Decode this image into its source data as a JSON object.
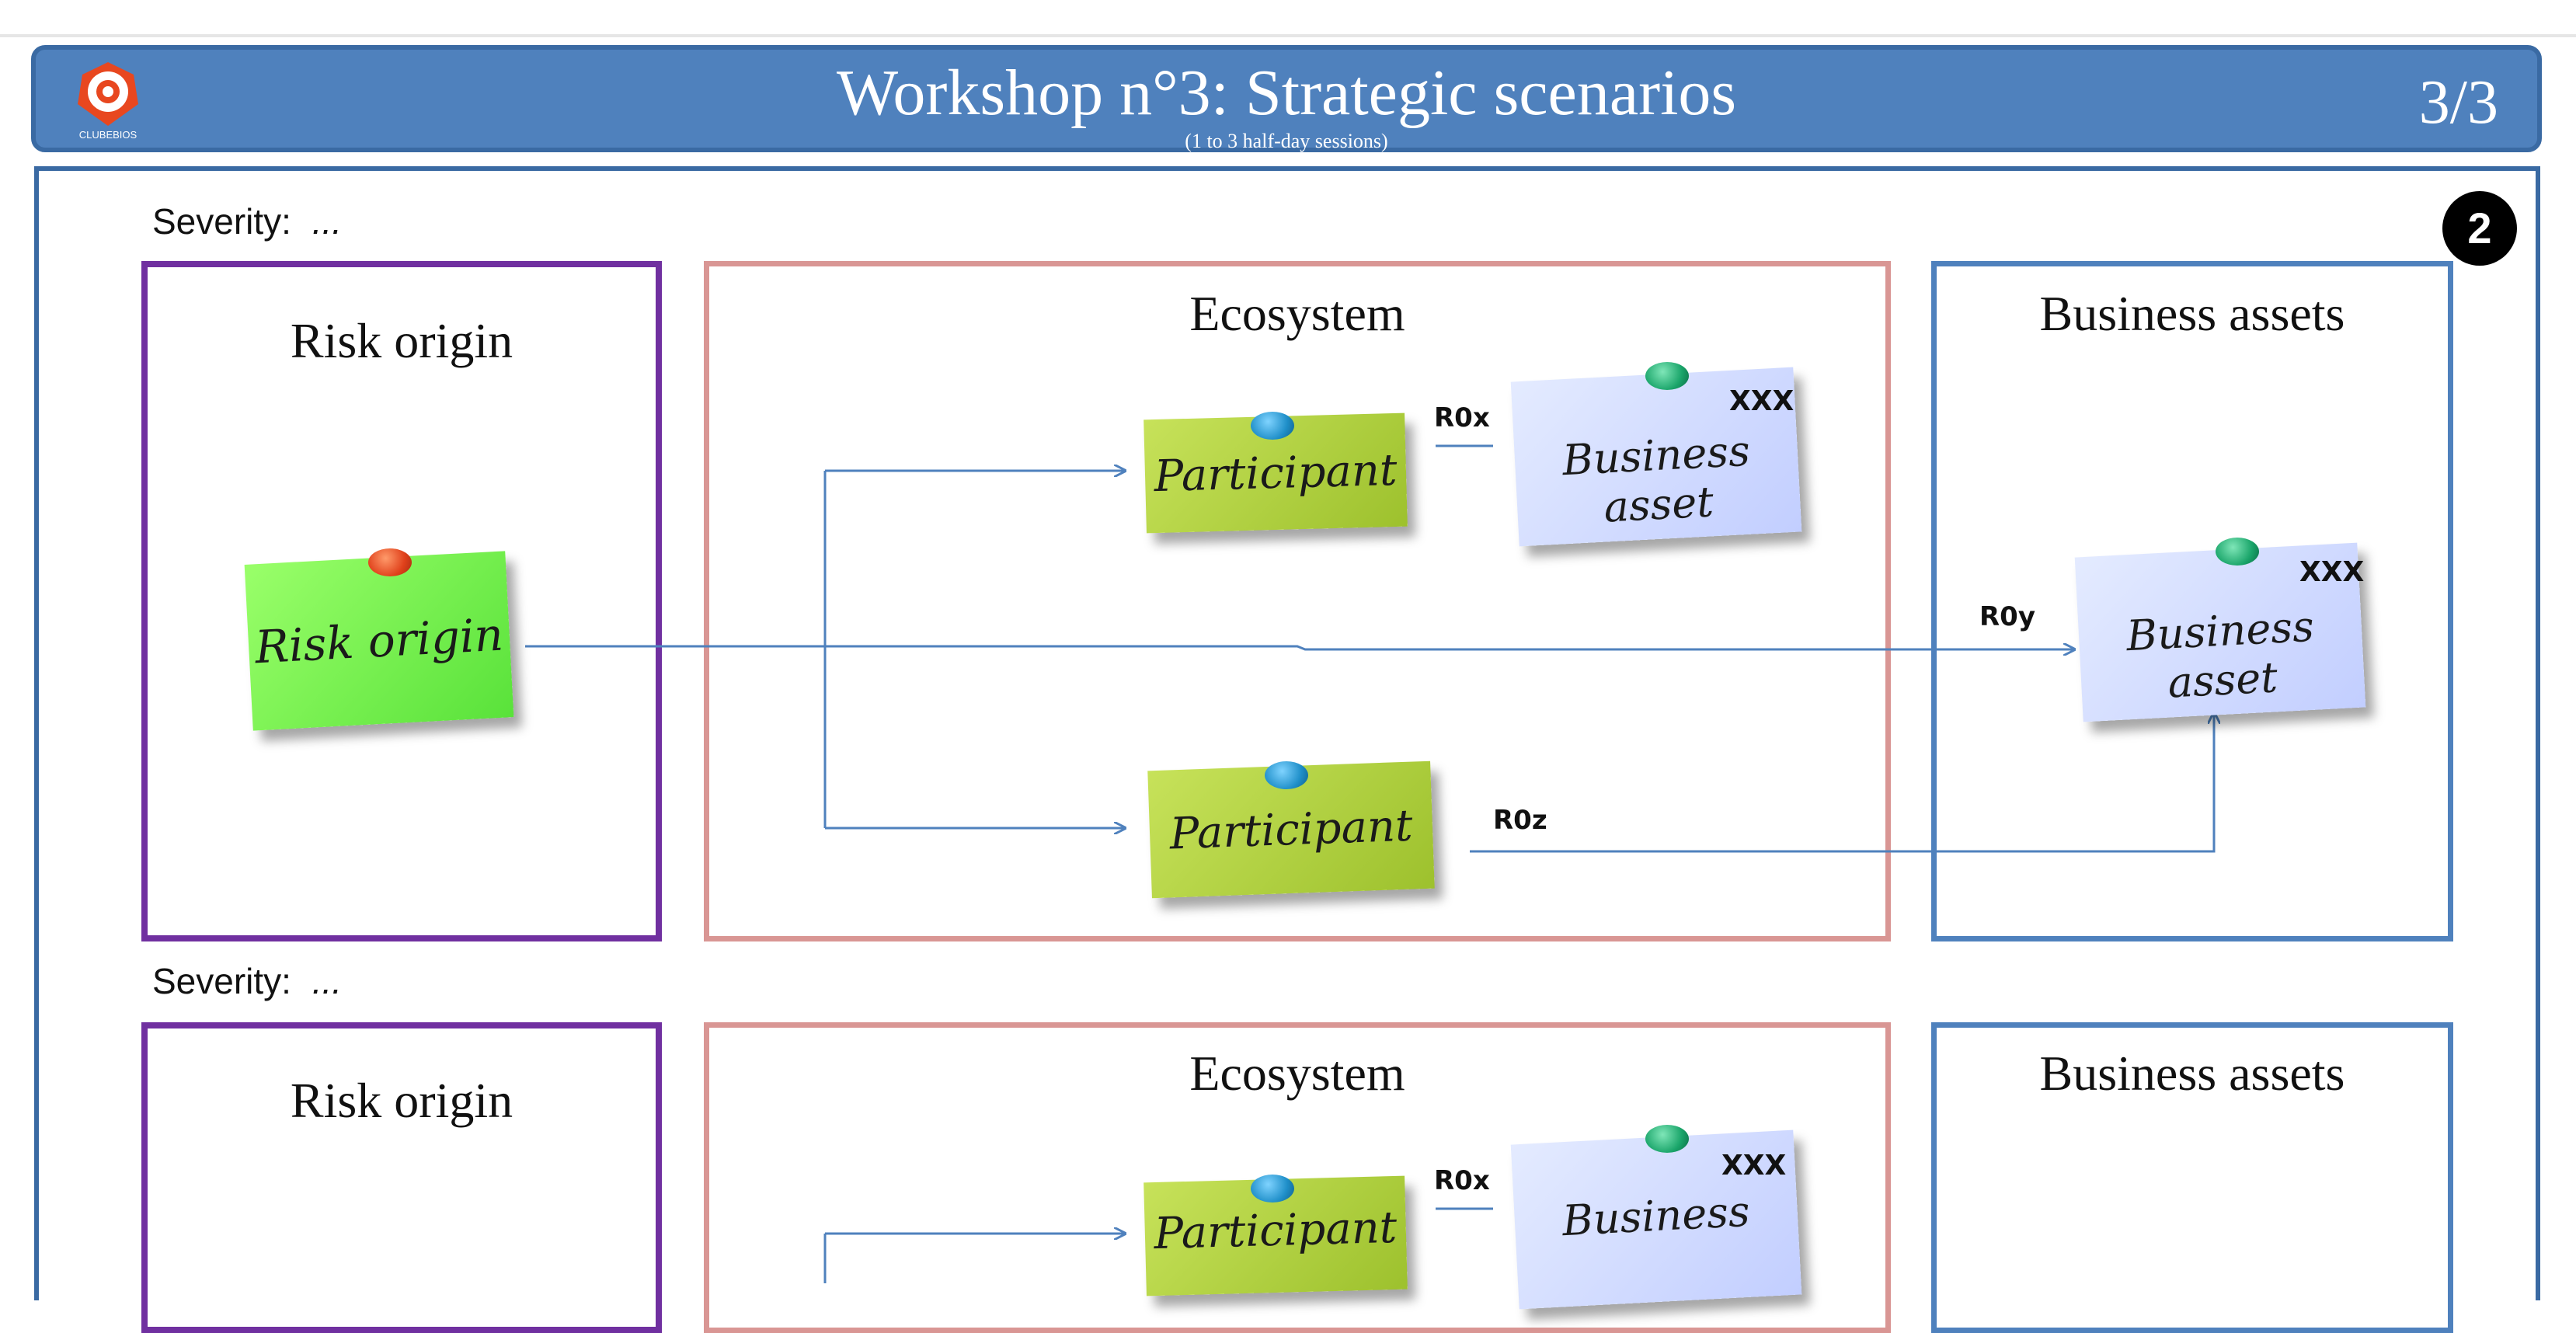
{
  "header": {
    "title": "Workshop n°3: Strategic scenarios",
    "subtitle": "(1 to 3 half-day sessions)",
    "page": "3/3",
    "logo_text": "CLUBEBIOS"
  },
  "badge": "2",
  "scenarios": [
    {
      "severity_label": "Severity:",
      "severity_value": "...",
      "risk_box_title": "Risk origin",
      "eco_box_title": "Ecosystem",
      "biz_box_title": "Business assets",
      "risk_note": "Risk origin",
      "participant_top": "Participant",
      "participant_bottom": "Participant",
      "asset_top": "Business asset",
      "asset_top_code": "XXX",
      "asset_right": "Business asset",
      "asset_right_code": "XXX",
      "tag_x": "R0x",
      "tag_y": "R0y",
      "tag_z": "R0z"
    },
    {
      "severity_label": "Severity:",
      "severity_value": "...",
      "risk_box_title": "Risk origin",
      "eco_box_title": "Ecosystem",
      "biz_box_title": "Business assets",
      "participant_top": "Participant",
      "asset_top": "Business",
      "asset_top_code": "XXX",
      "tag_x": "R0x"
    }
  ],
  "colors": {
    "header": "#4f81bd",
    "risk_border": "#7030a0",
    "eco_border": "#d99694",
    "biz_border": "#4f81bd",
    "arrow": "#4f81bd"
  }
}
